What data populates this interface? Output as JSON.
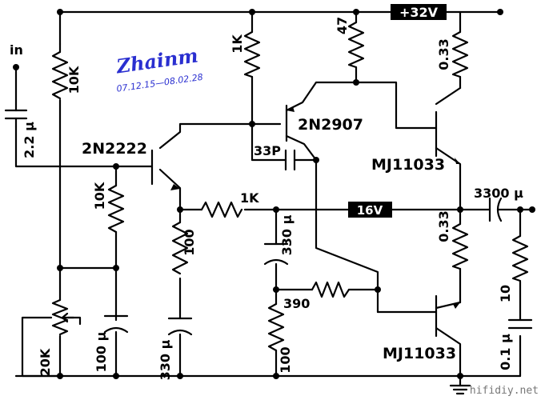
{
  "labels": {
    "input": "in",
    "supply": "+32V",
    "mid_voltage": "16V",
    "q1": "2N2222",
    "q2": "2N2907",
    "q3": "MJ11033",
    "q4": "MJ11033"
  },
  "components": {
    "r_10k_bias": "10K",
    "r_10k_div": "10K",
    "r_1k_top": "1K",
    "r_1k_fb": "1K",
    "r_47": "47",
    "r_033_top": "0.33",
    "r_033_bot": "0.33",
    "r_100_emit": "100",
    "r_100_bot": "100",
    "r_20k_pot": "20K",
    "r_390": "390",
    "r_10_zobel": "10",
    "c_in": "2.2 μ",
    "c_33p": "33P",
    "c_330_fb": "330 μ",
    "c_330_emit": "330 μ",
    "c_100_bias": "100 μ",
    "c_out": "3300 μ",
    "c_zobel": "0.1 μ"
  },
  "watermark": {
    "name": "Zhainm",
    "dates": "07.12.15—08.02.28"
  },
  "footer": "hifidiy.net"
}
